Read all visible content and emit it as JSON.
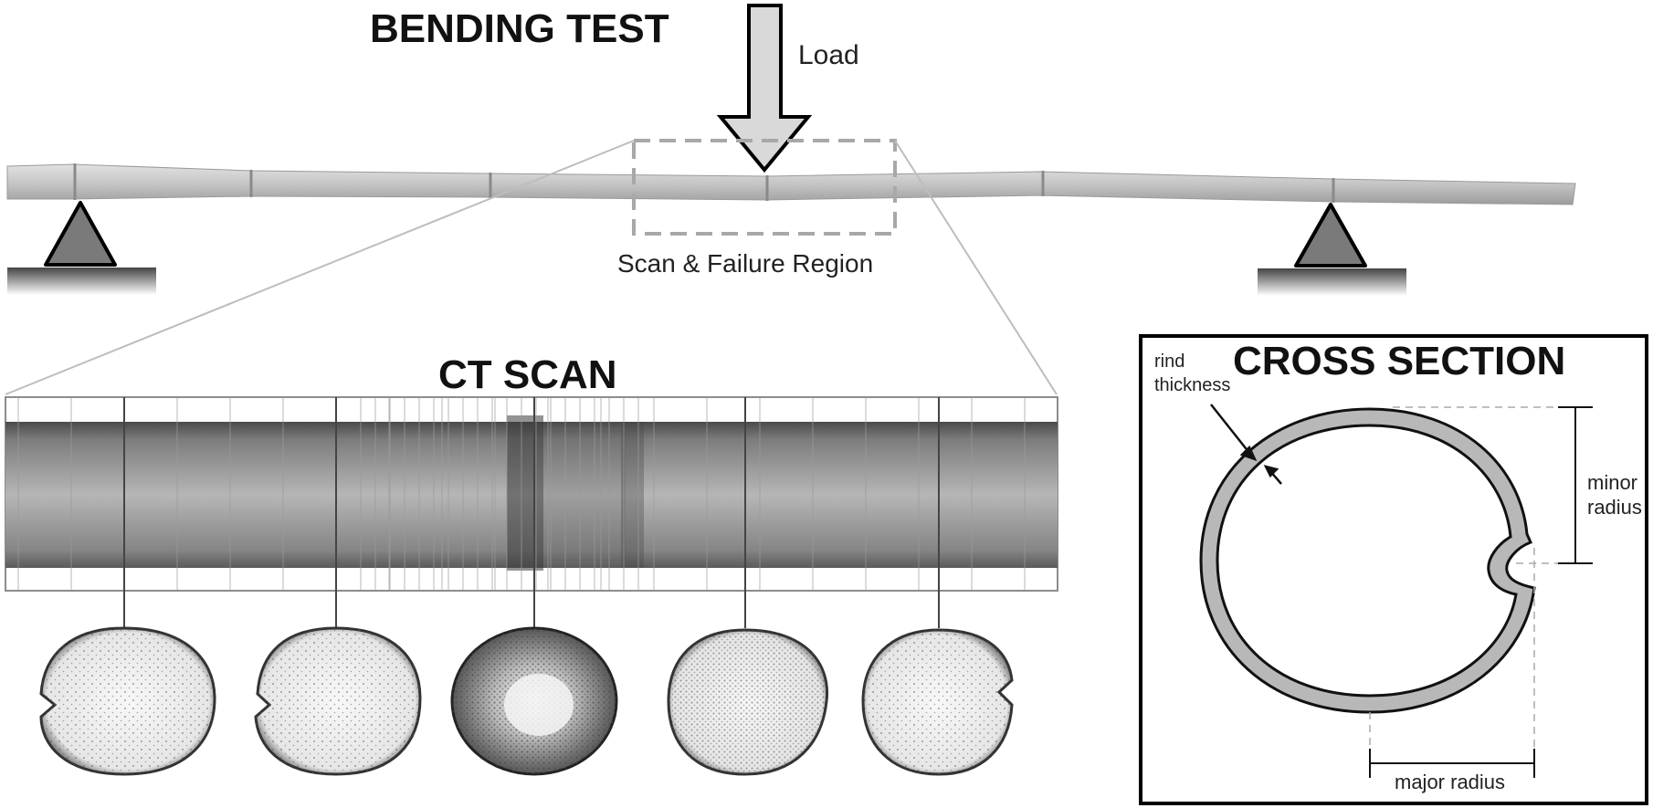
{
  "bending_test": {
    "title": "BENDING TEST",
    "load_label": "Load",
    "region_label": "Scan & Failure Region"
  },
  "ct_scan": {
    "title": "CT SCAN"
  },
  "cross_section": {
    "title": "CROSS SECTION",
    "rind_thickness_label_line1": "rind",
    "rind_thickness_label_line2": "thickness",
    "minor_radius_label_line1": "minor",
    "minor_radius_label_line2": "radius",
    "major_radius_label": "major radius"
  },
  "colors": {
    "support": "#7a7a7a",
    "arrow_fill": "#d9d9d9",
    "stalk": "#c8c8c8",
    "ct_dark": "#555555",
    "rind": "#b5b5b5"
  }
}
